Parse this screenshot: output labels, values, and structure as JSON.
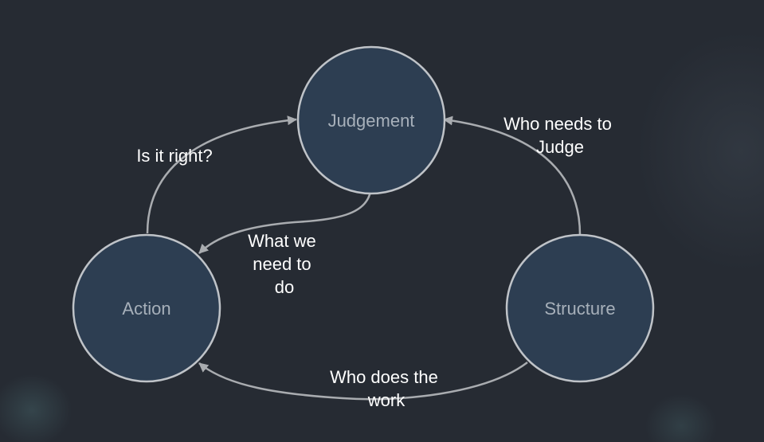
{
  "nodes": {
    "judgement": "Judgement",
    "action": "Action",
    "structure": "Structure"
  },
  "edges": {
    "action_to_judgement": [
      "Is it right?"
    ],
    "structure_to_judgement": [
      "Who needs to",
      "Judge"
    ],
    "judgement_to_action": [
      "What we",
      "need to",
      "do"
    ],
    "structure_to_action": [
      "Who does the",
      "work"
    ]
  },
  "colors": {
    "background": "#262b33",
    "node_fill": "#2d3e52",
    "node_stroke": "#bfc3c8",
    "node_text": "#a7b0ba",
    "edge": "#a9acb0",
    "edge_text": "#ffffff"
  }
}
